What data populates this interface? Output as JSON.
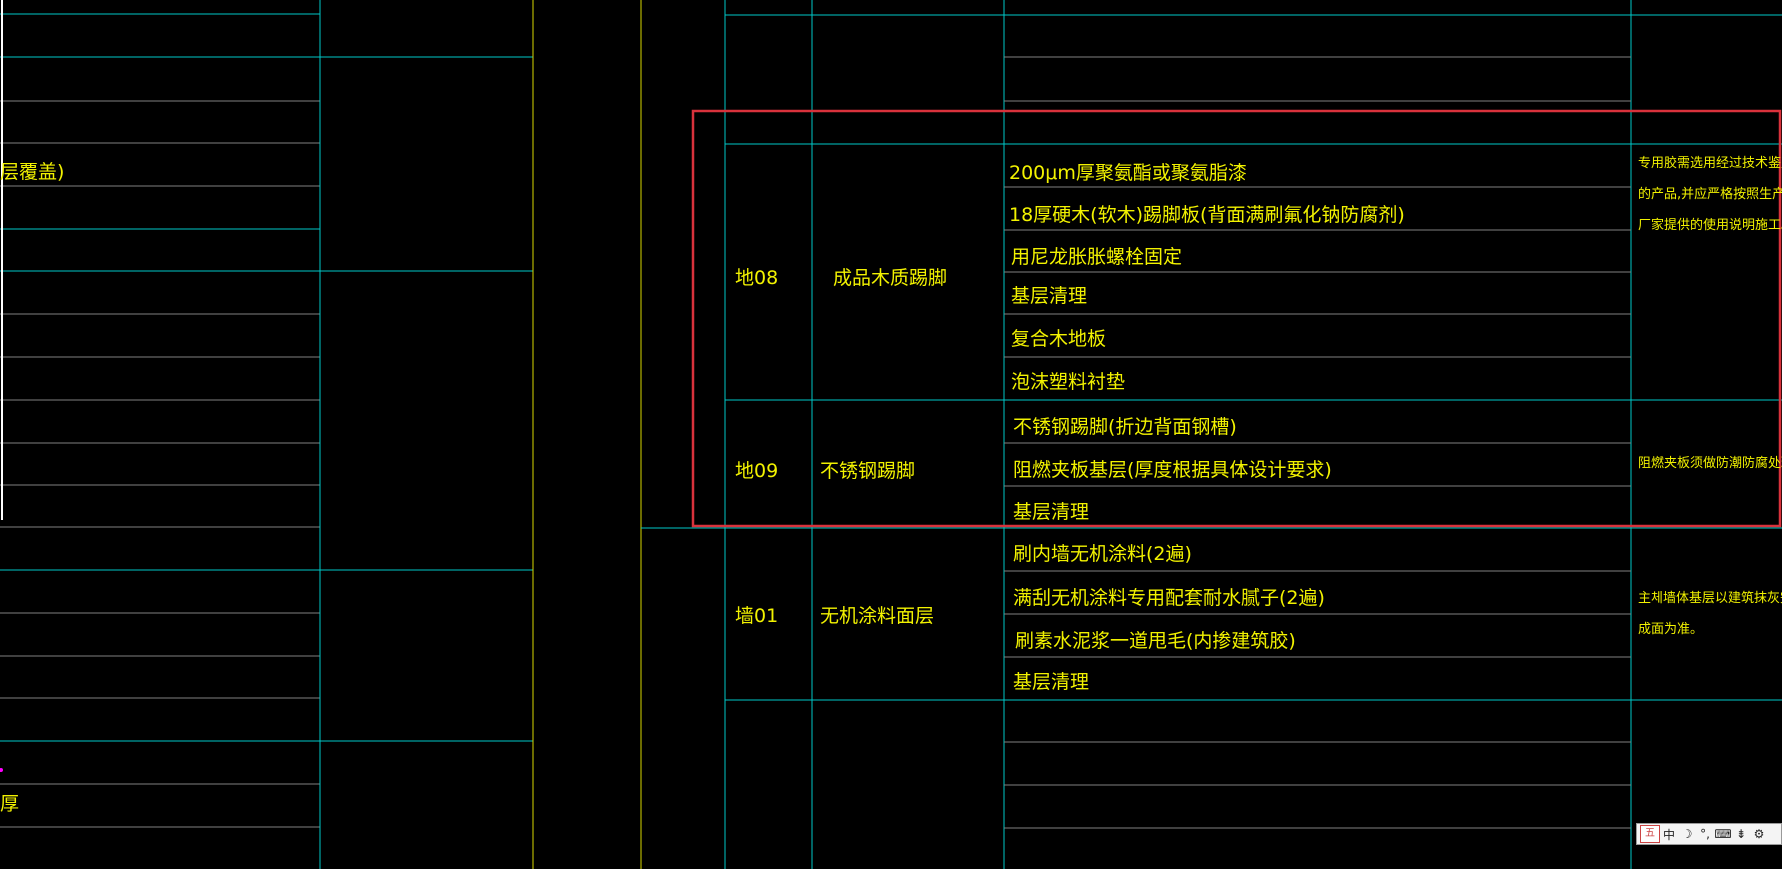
{
  "left_table": {
    "fragments": [
      "层覆盖)",
      "厚"
    ]
  },
  "rows": {
    "di08": {
      "code": "地08",
      "name": "成品木质踢脚",
      "layers": [
        "200μm厚聚氨酯或聚氨脂漆",
        "18厚硬木(软木)踢脚板(背面满刷氟化钠防腐剂)",
        "用尼龙胀胀螺栓固定",
        "基层清理",
        "复合木地板",
        "泡沫塑料衬垫"
      ],
      "note": [
        "专用胶需选用经过技术鉴定",
        "的产品,并应严格按照生产",
        "厂家提供的使用说明施工。"
      ]
    },
    "di09": {
      "code": "地09",
      "name": "不锈钢踢脚",
      "layers": [
        "不锈钢踢脚(折边背面钢槽)",
        "阻燃夹板基层(厚度根据具体设计要求)",
        "基层清理"
      ],
      "note": [
        "阻燃夹板须做防潮防腐处理。"
      ]
    },
    "qiang01": {
      "code": "墙01",
      "name": "无机涂料面层",
      "layers": [
        "刷内墙无机涂料(2遍)",
        "满刮无机涂料专用配套耐水腻子(2遍)",
        "刷素水泥浆一道甩毛(内掺建筑胶)",
        "基层清理"
      ],
      "note": [
        "主체墙体基层以建筑抹灰完",
        "成面为准。"
      ]
    }
  },
  "ime_toolbar": {
    "logo": "五",
    "mode": "中",
    "moon": "☽",
    "punct": "°,",
    "keyboard": "⌨",
    "soft": "⇟",
    "settings": "⚙"
  },
  "colors": {
    "grid_line": "#00c8c8",
    "sub_line": "#7f7f7f",
    "text": "#f2f200",
    "highlight": "#d9323c",
    "divider_yellow": "#d8d800",
    "background": "#000000"
  }
}
